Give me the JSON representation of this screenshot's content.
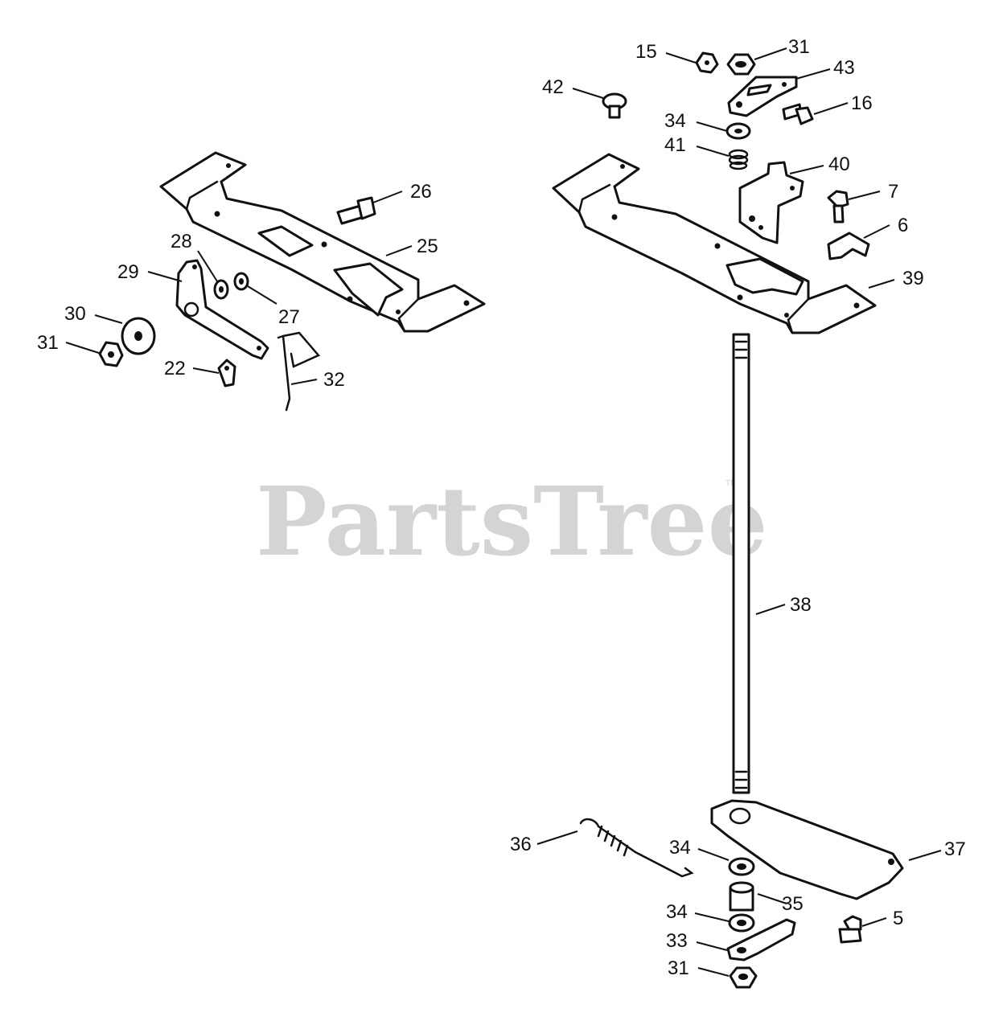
{
  "watermark": {
    "text": "PartsTree",
    "trademark": "TM"
  },
  "labels": {
    "l15": "15",
    "l31_top": "31",
    "l43": "43",
    "l42": "42",
    "l16": "16",
    "l34_top": "34",
    "l41": "41",
    "l40": "40",
    "l7": "7",
    "l6": "6",
    "l39": "39",
    "l26": "26",
    "l25": "25",
    "l28": "28",
    "l29": "29",
    "l27": "27",
    "l30": "30",
    "l31_left": "31",
    "l22": "22",
    "l32": "32",
    "l38": "38",
    "l36": "36",
    "l37": "37",
    "l34_mid": "34",
    "l35": "35",
    "l34_low": "34",
    "l5": "5",
    "l33": "33",
    "l31_bot": "31"
  }
}
